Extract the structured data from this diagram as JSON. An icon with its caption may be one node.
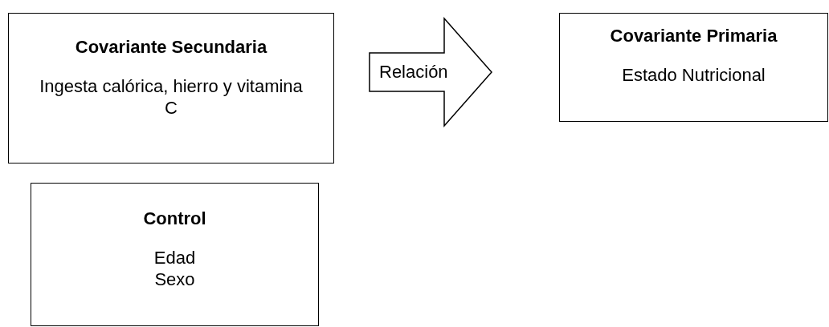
{
  "diagram": {
    "nodes": [
      {
        "text": [
          "Covariante Secundaria",
          "Ingesta calórica, hierro y vitamina C"
        ]
      },
      {
        "text": [
          "Covariante Primaria",
          "Estado Nutricional"
        ]
      },
      {
        "text": [
          "Control",
          "Edad Sexo"
        ]
      }
    ],
    "edges": [
      {
        "from": 0,
        "to": 1,
        "arrow": "to",
        "label": "Relación",
        "style": "thick"
      }
    ]
  }
}
